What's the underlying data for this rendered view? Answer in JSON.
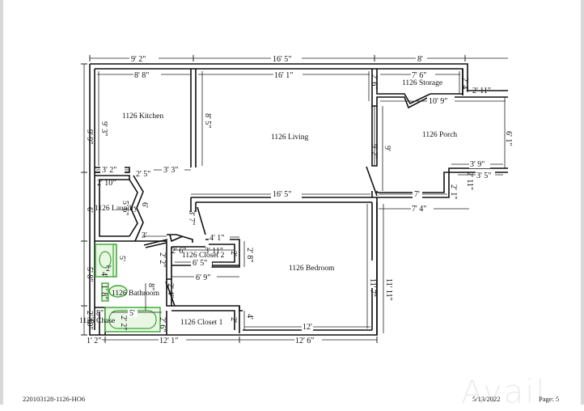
{
  "rooms": {
    "kitchen": "1126 Kitchen",
    "living": "1126 Living",
    "storage": "1126 Storage",
    "porch": "1126 Porch",
    "laundry": "1126 Laundry",
    "closet2": "1126 Closet 2",
    "bathroom": "1126 Bathroom",
    "closet1": "1126 Closet 1",
    "bedroom": "1126 Bedroom",
    "chase": "1126 Chase"
  },
  "dimensions": {
    "top_kitchen_outer": "9' 2\"",
    "top_living_outer": "16' 5\"",
    "top_storage_outer": "8'",
    "kitchen_inner_width": "8' 8\"",
    "living_inner_width": "16' 1\"",
    "storage_inner_width": "7' 6\"",
    "left_outer_top": "9' 9\"",
    "kitchen_inner_height": "9' 3\"",
    "kitchen_wall_height": "8' 5\"",
    "kitchen_bottom_left": "3' 2\"",
    "kitchen_door": "2' 5\"",
    "kitchen_bottom_right": "3' 3\"",
    "laundry_width": "2' 10\"",
    "laundry_inner_height": "5' 6\"",
    "laundry_door": "6'",
    "left_outer_mid": "6'",
    "hall_width": "3'",
    "hall_door": "3' 7\"",
    "closet2_right": "4' 1\"",
    "closet2_left": "2' 6\"",
    "closet2_mid": "3' 11\"",
    "closet2_inner": "6' 5\"",
    "closet2_outer": "6' 9\"",
    "closet2_depth": "2'",
    "closet2_side": "2' 8\"",
    "closet2_small": "2' 2\"",
    "living_bottom": "16' 5\"",
    "storage_side": "2' 6\"",
    "storage_right_height": "2' 4\"",
    "storage_right_ext": "2' 11\"",
    "porch_top": "10' 9\"",
    "porch_height": "6' 1\"",
    "living_right_inner": "9' 2\"",
    "living_right_outer": "9'",
    "porch_step_top": "3' 9\"",
    "porch_step_inner": "3' 5\"",
    "porch_step_side": "2' 11\"",
    "porch_step_small": "2' 1\"",
    "porch_bottom": "7'",
    "bedroom_top_right": "7' 4\"",
    "bedroom_inner_height": "11' 7\"",
    "bedroom_outer_height": "11' 11\"",
    "bedroom_inner_width": "12'",
    "bedroom_outer_width": "12' 6\"",
    "closet1_depth": "2'",
    "closet1_side": "4'",
    "bath_left_outer": "5' 8\"",
    "bath_sink_w": "2'",
    "bath_sink_h": "4'",
    "bath_vanity": "5'",
    "bath_toilet": "1' 8\"",
    "bath_center": "8\"",
    "bath_tub_w": "5'",
    "bath_tub_h": "2' 6\"",
    "bath_tub_d": "2' 2\"",
    "chase_w": "8\"",
    "chase_h": "2' 10\"",
    "bottom_left": "1' 2\"",
    "bottom_mid": "12' 1\"",
    "bottom_right": "12' 6\"",
    "bath_door": "2' 4\""
  },
  "footer": {
    "document_id": "220103128-1126-HO6",
    "date": "5/13/2022",
    "page": "Page: 5",
    "watermark": "Avail"
  },
  "colors": {
    "wall": "#111111",
    "fixture_stroke": "#3aa832",
    "fixture_fill": "#e9f7e4"
  }
}
